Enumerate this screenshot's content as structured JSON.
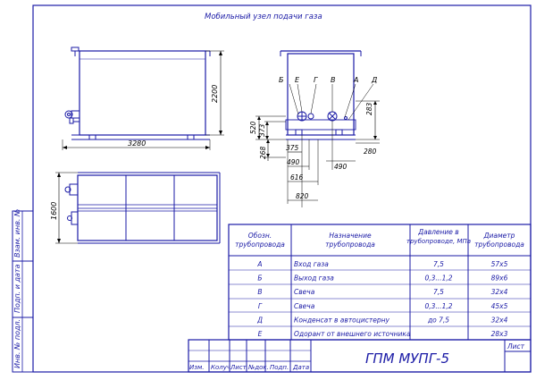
{
  "title": "Мобильный узел подачи газа",
  "side_view": {
    "width_label": "3280",
    "height_label": "2200"
  },
  "top_view": {
    "depth_label": "1600"
  },
  "front_view": {
    "pipe_letters": [
      "Б",
      "Е",
      "Г",
      "В",
      "А",
      "Д"
    ],
    "dims_left": [
      "520",
      "373",
      "268"
    ],
    "dims_right": [
      "283",
      "280"
    ],
    "dims_bottom": [
      "375",
      "490",
      "616",
      "820",
      "490"
    ]
  },
  "side_stamp": [
    "Инв. № подл.",
    "Подп. и дата",
    "Взам. инв. №"
  ],
  "table": {
    "headers": [
      "Обозн. трубопровода",
      "Назначение трубопровода",
      "Давление в трубопроводе, МПа",
      "Диаметр трубопровода"
    ],
    "rows": [
      [
        "А",
        "Вход газа",
        "7,5",
        "57х5"
      ],
      [
        "Б",
        "Выход газа",
        "0,3...1,2",
        "89х6"
      ],
      [
        "В",
        "Свеча",
        "7,5",
        "32х4"
      ],
      [
        "Г",
        "Свеча",
        "0,3...1,2",
        "45х5"
      ],
      [
        "Д",
        "Конденсат в автоцистерну",
        "до 7,5",
        "32х4"
      ],
      [
        "Е",
        "Одорант от внешнего источника",
        "",
        "28х3"
      ]
    ]
  },
  "title_block": {
    "name": "ГПМ МУПГ-5",
    "sheet_label": "Лист",
    "columns": [
      "Изм.",
      "Колуч.",
      "Лист",
      "№док.",
      "Подп.",
      "Дата"
    ]
  }
}
